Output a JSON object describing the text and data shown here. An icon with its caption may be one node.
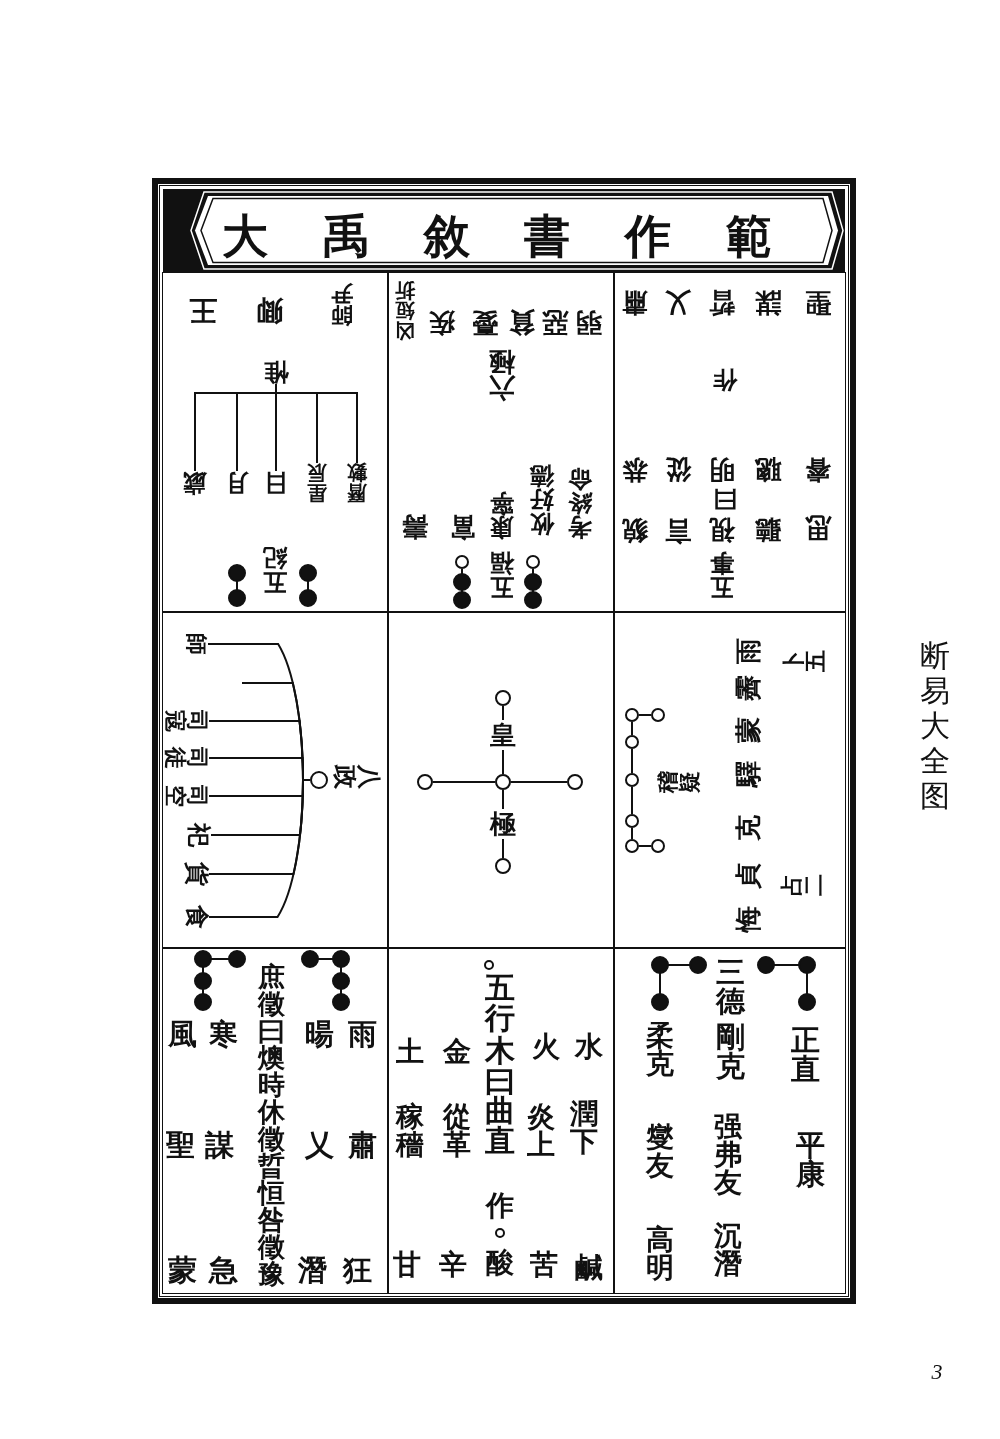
{
  "diagram": {
    "title": "大禹敘書作範",
    "nodes": [
      {
        "text": [
          "五事",
          "貌",
          "言",
          "視",
          "聽",
          "思",
          "曰",
          "恭",
          "從",
          "明",
          "聰",
          "睿",
          "作",
          "肅",
          "乂",
          "晢",
          "謀",
          "聖"
        ]
      },
      {
        "text": [
          "五福",
          "壽",
          "富",
          "康寧",
          "攸好德",
          "考終命",
          "六極",
          "凶短折",
          "疾",
          "憂",
          "貧",
          "惡",
          "弱"
        ]
      },
      {
        "text": [
          "五紀",
          "王",
          "卿",
          "師尹"
        ]
      },
      {
        "text": [
          "歲"
        ],
        "in": 2
      },
      {
        "text": [
          "月"
        ],
        "in": 2
      },
      {
        "text": [
          "日"
        ],
        "in": 2
      },
      {
        "text": [
          "星辰"
        ],
        "in": 2
      },
      {
        "text": [
          "曆數"
        ],
        "in": 2
      },
      {
        "text": [
          "惟"
        ],
        "in": 2
      },
      {
        "text": [
          "稽疑",
          "雨",
          "霽",
          "蒙",
          "驛",
          "克",
          "貞",
          "悔",
          "卜五",
          "占二"
        ]
      },
      {
        "text": [
          "皇",
          "極"
        ]
      },
      {
        "text": [
          "八政"
        ]
      },
      {
        "text": [],
        "shape": "circle",
        "in": 11
      },
      {
        "text": [
          "食"
        ],
        "in": 11
      },
      {
        "text": [
          "貨"
        ],
        "in": 11
      },
      {
        "text": [
          "祀"
        ],
        "in": 11
      },
      {
        "text": [
          "司空"
        ],
        "in": 11
      },
      {
        "text": [
          "司徒"
        ],
        "in": 11
      },
      {
        "text": [
          "司寇"
        ],
        "in": 11
      },
      {
        "text": [
          "師"
        ],
        "in": 11
      },
      {
        "text": [
          "三德",
          "正直",
          "平康",
          "剛克",
          "强弗友",
          "沉潛",
          "柔克",
          "燮友",
          "高明"
        ]
      },
      {
        "text": [
          "五行",
          "水",
          "潤下",
          "鹹",
          "火",
          "炎上",
          "苦",
          "木曰曲直",
          "作",
          "酸",
          "金",
          "從革",
          "辛",
          "土",
          "稼穡",
          "甘"
        ]
      },
      {
        "text": [
          "雨",
          "肅",
          "狂",
          "暘",
          "乂",
          "潛",
          "庶徵曰燠時休徵晢恒咎徵豫",
          "寒",
          "謀",
          "急",
          "風",
          "聖",
          "蒙"
        ]
      }
    ],
    "edges": [
      {
        "from": 8,
        "to": 3,
        "arrow": "none"
      },
      {
        "from": 8,
        "to": 4,
        "arrow": "none"
      },
      {
        "from": 8,
        "to": 5,
        "arrow": "none"
      },
      {
        "from": 8,
        "to": 6,
        "arrow": "none"
      },
      {
        "from": 8,
        "to": 7,
        "arrow": "none"
      },
      {
        "from": 12,
        "to": 13,
        "arrow": "none"
      },
      {
        "from": 12,
        "to": 14,
        "arrow": "none"
      },
      {
        "from": 12,
        "to": 15,
        "arrow": "none"
      },
      {
        "from": 12,
        "to": 16,
        "arrow": "none"
      },
      {
        "from": 12,
        "to": 17,
        "arrow": "none"
      },
      {
        "from": 12,
        "to": 18,
        "arrow": "none"
      },
      {
        "from": 12,
        "to": null,
        "arrow": "none"
      },
      {
        "from": 12,
        "to": 19,
        "arrow": "none"
      }
    ],
    "labels": [
      "断易大全图",
      "3"
    ]
  }
}
